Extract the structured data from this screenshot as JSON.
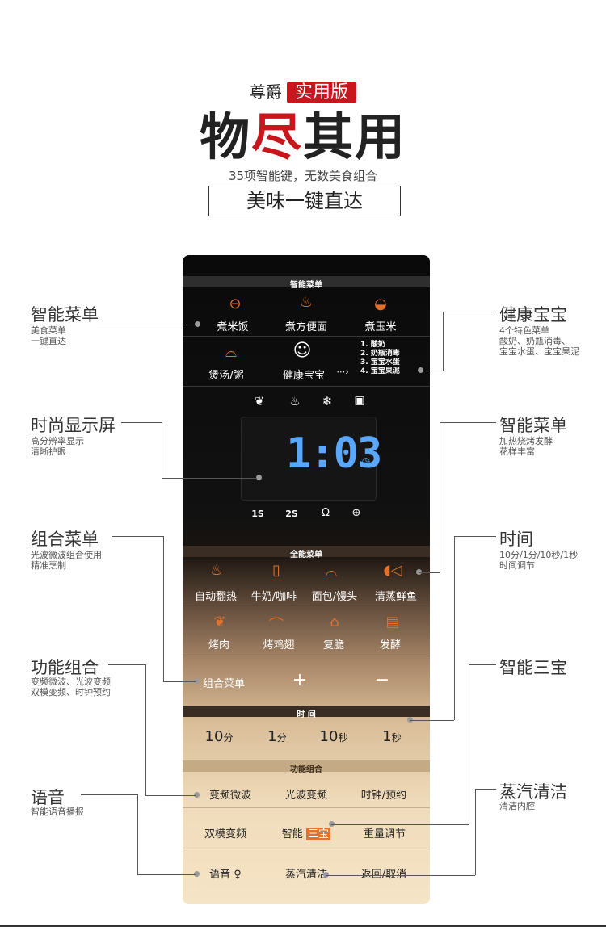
{
  "header": {
    "brand": "尊爵",
    "edition": "实用版",
    "headline_pre": "物",
    "headline_red": "尽",
    "headline_post": "其用",
    "subtitle": "35项智能键，无数美食组合",
    "slogan": "美味一键直达"
  },
  "panel": {
    "smart_menu_title": "智能菜单",
    "row1": [
      {
        "label": "煮米饭",
        "icon": "pot-icon"
      },
      {
        "label": "煮方便面",
        "icon": "noodles-icon"
      },
      {
        "label": "煮玉米",
        "icon": "corn-icon"
      }
    ],
    "row2": [
      {
        "label": "煲汤/粥",
        "icon": "bowl-icon"
      },
      {
        "label": "健康宝宝",
        "icon": "baby-icon"
      }
    ],
    "baby_arrow": "⋯›",
    "baby_list": [
      "1. 酸奶",
      "2. 奶瓶消毒",
      "3. 宝宝水蛋",
      "4. 宝宝果泥"
    ],
    "display_icons": [
      "leaf-icon",
      "steam-icon",
      "snowflake-icon",
      "camera-icon"
    ],
    "display_time": "1:03",
    "indicators": [
      "1S",
      "2S",
      "Ω",
      "⊕"
    ],
    "full_menu_title": "全能菜单",
    "row3": [
      {
        "label": "自动翻热",
        "icon": "cup-icon"
      },
      {
        "label": "牛奶/咖啡",
        "icon": "mug-icon"
      },
      {
        "label": "面包/馒头",
        "icon": "bread-icon"
      },
      {
        "label": "清蒸鲜鱼",
        "icon": "fish-icon"
      }
    ],
    "row4": [
      {
        "label": "烤肉",
        "icon": "meat-icon"
      },
      {
        "label": "烤鸡翅",
        "icon": "wing-icon"
      },
      {
        "label": "复脆",
        "icon": "crisp-icon"
      },
      {
        "label": "发酵",
        "icon": "ferment-icon"
      }
    ],
    "combo_label": "组合菜单",
    "plus": "+",
    "minus": "−",
    "time_title": "时 间",
    "time_keys": [
      {
        "n": "10",
        "u": "分"
      },
      {
        "n": "1",
        "u": "分"
      },
      {
        "n": "10",
        "u": "秒"
      },
      {
        "n": "1",
        "u": "秒"
      }
    ],
    "func_title": "功能组合",
    "row5": [
      "变频微波",
      "光波变频",
      "时钟/预约"
    ],
    "row6_a": "双模变频",
    "row6_b_pre": "智能",
    "row6_b_hl": "三宝",
    "row6_c": "重量调节",
    "row7": [
      "语音 ♀",
      "蒸汽清洁",
      "返回/取消"
    ]
  },
  "callouts": {
    "left": [
      {
        "title": "智能菜单",
        "desc": [
          "美食菜单",
          "一键直达"
        ]
      },
      {
        "title": "时尚显示屏",
        "desc": [
          "高分辨率显示",
          "清晰护眼"
        ]
      },
      {
        "title": "组合菜单",
        "desc": [
          "光波微波组合使用",
          "精准烹制"
        ]
      },
      {
        "title": "功能组合",
        "desc": [
          "变频微波、光波变频",
          "双模变频、时钟预约"
        ]
      },
      {
        "title": "语音",
        "desc": [
          "智能语音播报"
        ]
      }
    ],
    "right": [
      {
        "title": "健康宝宝",
        "desc": [
          "4个特色菜单",
          "酸奶、奶瓶消毒、",
          "宝宝水蛋、宝宝果泥"
        ]
      },
      {
        "title": "智能菜单",
        "desc": [
          "加热烧烤发酵",
          "花样丰富"
        ]
      },
      {
        "title": "时间",
        "desc": [
          "10分/1分/10秒/1秒",
          "时间调节"
        ]
      },
      {
        "title": "智能三宝",
        "desc": []
      },
      {
        "title": "蒸汽清洁",
        "desc": [
          "清洁内腔"
        ]
      }
    ]
  },
  "colors": {
    "accent_red": "#c8161d",
    "icon_orange": "#e0722b",
    "lcd_blue": "#5aa7ff"
  }
}
